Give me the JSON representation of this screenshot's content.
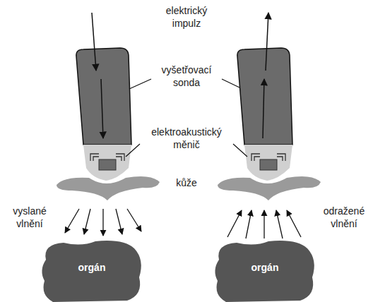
{
  "diagram": {
    "nodes": [
      {
        "text": [
          "orgán"
        ]
      },
      {
        "text": [
          "orgán"
        ]
      }
    ],
    "labels": [
      "elektrický impulz",
      "vyšetřovací sonda",
      "elektroakustický měnič",
      "kůže",
      "vyslané vlnění",
      "odražené vlnění"
    ]
  }
}
